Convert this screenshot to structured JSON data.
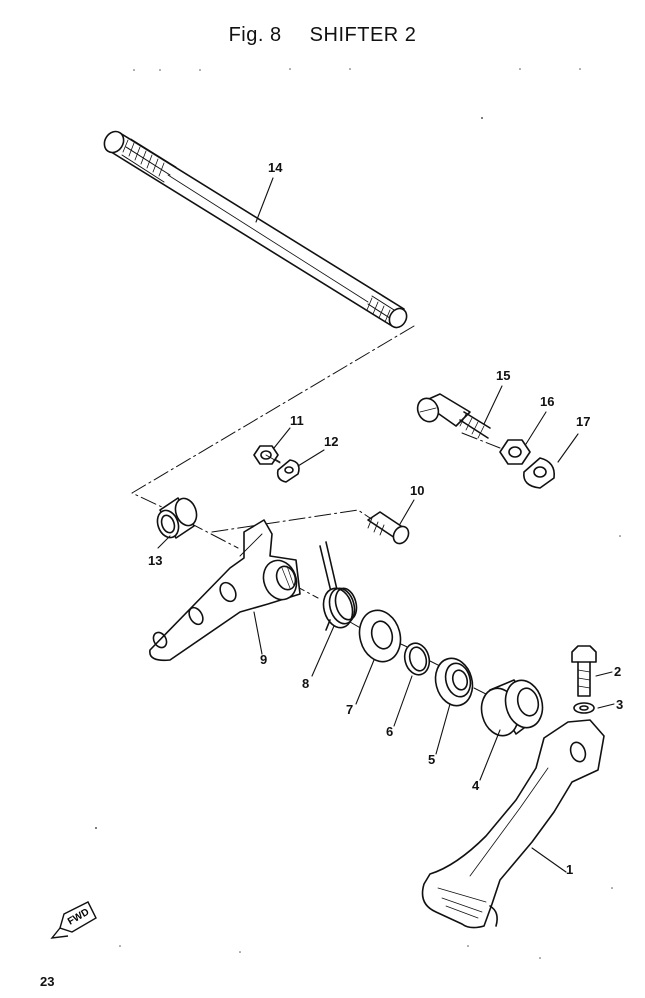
{
  "header": {
    "fig_label": "Fig. 8",
    "title": "SHIFTER  2"
  },
  "callouts": {
    "c1": "1",
    "c2": "2",
    "c3": "3",
    "c4": "4",
    "c5": "5",
    "c6": "6",
    "c7": "7",
    "c8": "8",
    "c9": "9",
    "c10": "10",
    "c11": "11",
    "c12": "12",
    "c13": "13",
    "c14": "14",
    "c15": "15",
    "c16": "16",
    "c17": "17"
  },
  "direction_badge": "FWD",
  "page_number": "23"
}
